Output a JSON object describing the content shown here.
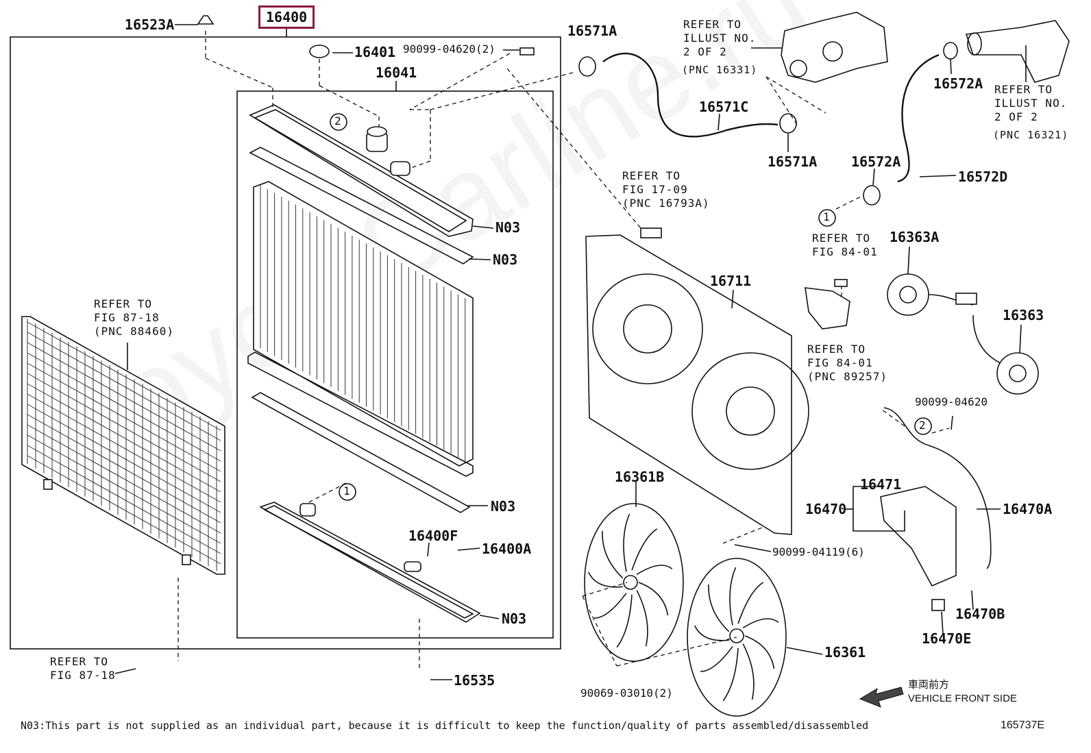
{
  "labels": {
    "p16523A": "16523A",
    "p16400": "16400",
    "p16401": "16401",
    "p90099_04620_2": "90099-04620(2)",
    "p16041": "16041",
    "p16571A_top": "16571A",
    "p16571C": "16571C",
    "p16571A_bot": "16571A",
    "p16572A_top": "16572A",
    "p16572A_mid": "16572A",
    "p16572D": "16572D",
    "p16363A": "16363A",
    "p16363": "16363",
    "p16711": "16711",
    "p16361B": "16361B",
    "p16361": "16361",
    "p16400F": "16400F",
    "p16400A": "16400A",
    "pN03_1": "N03",
    "pN03_2": "N03",
    "pN03_3": "N03",
    "pN03_4": "N03",
    "p16535": "16535",
    "p90099_04620": "90099-04620",
    "p16471": "16471",
    "p16470": "16470",
    "p16470A": "16470A",
    "p16470B": "16470B",
    "p16470E": "16470E",
    "p90099_04119_6": "90099-04119(6)",
    "p90069_03010_2": "90069-03010(2)",
    "callout1": "1",
    "callout2": "2"
  },
  "references": {
    "illust_16331": "REFER TO\nILLUST NO.\n2 OF 2",
    "illust_16331_pnc": "(PNC 16331)",
    "illust_16321": "REFER TO\nILLUST NO.\n2 OF 2",
    "illust_16321_pnc": "(PNC 16321)",
    "fig_17_09": "REFER TO\nFIG 17-09\n(PNC 16793A)",
    "fig_84_01_a": "REFER TO\nFIG 84-01",
    "fig_84_01_b": "REFER TO\nFIG 84-01\n(PNC 89257)",
    "fig_87_18_a": "REFER TO\nFIG 87-18\n(PNC 88460)",
    "fig_87_18_b": "REFER TO\nFIG 87-18"
  },
  "vehicle_front": "車両前方\nVEHICLE FRONT SIDE",
  "watermark": "ToyotaCarline.ru",
  "footnote": "N03:This part is not supplied as an individual part, because it is difficult to keep the function/quality of parts assembled/disassembled",
  "illustration_code": "165737E",
  "colors": {
    "highlight": "#8b1a3c",
    "line": "#111111"
  }
}
